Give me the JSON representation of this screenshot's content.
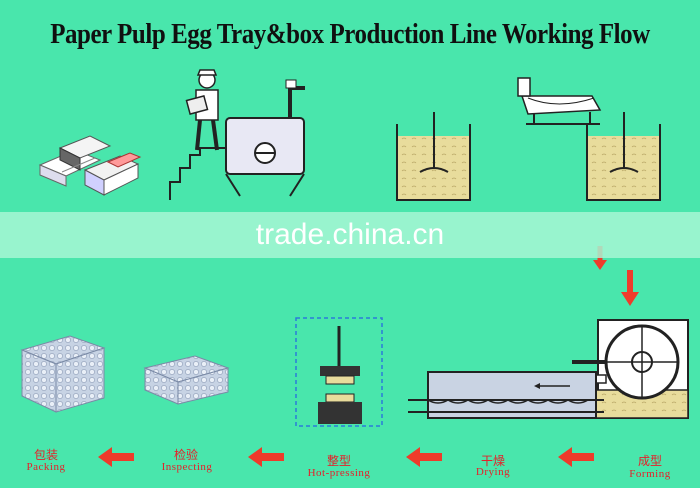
{
  "title": "Paper Pulp Egg Tray&box Production Line Working Flow",
  "watermark": "trade.china.cn",
  "steps": [
    {
      "cn": "成型",
      "en": "Forming"
    },
    {
      "cn": "干燥",
      "en": "Drying"
    },
    {
      "cn": "整型",
      "en": "Hot-pressing"
    },
    {
      "cn": "检验",
      "en": "Inspecting"
    },
    {
      "cn": "包装",
      "en": "Packing"
    }
  ],
  "colors": {
    "background": "#49e6ac",
    "arrow": "#ee3b2b",
    "label": "#e5202a",
    "pulp": "#e8dc9c"
  }
}
